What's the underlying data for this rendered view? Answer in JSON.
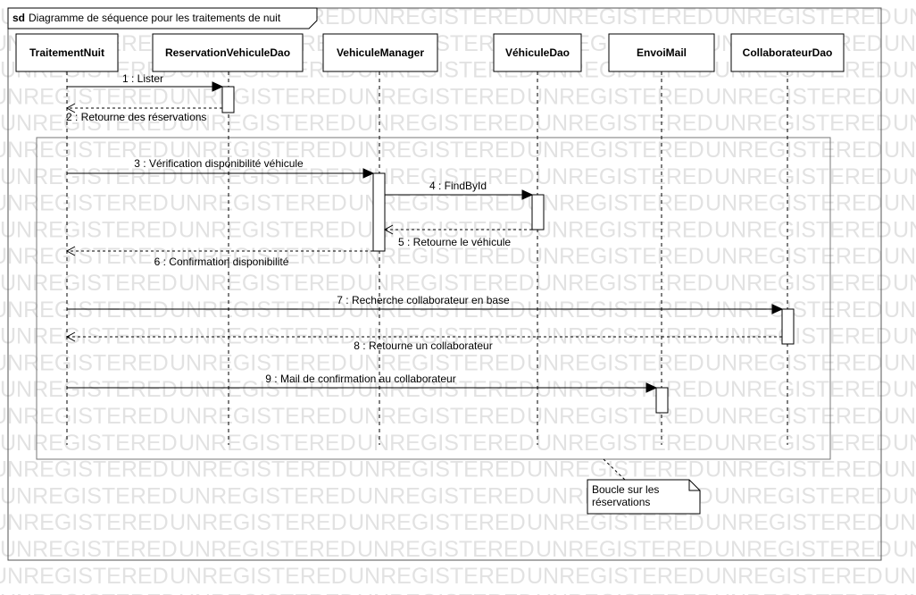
{
  "frame": {
    "keyword": "sd",
    "title": "Diagramme de séquence pour les traitements de nuit"
  },
  "watermark": "UNREGISTERED",
  "lifelines": [
    {
      "id": "traitement",
      "name": "TraitementNuit"
    },
    {
      "id": "resa",
      "name": "ReservationVehiculeDao"
    },
    {
      "id": "manager",
      "name": "VehiculeManager"
    },
    {
      "id": "vdao",
      "name": "VéhiculeDao"
    },
    {
      "id": "mail",
      "name": "EnvoiMail"
    },
    {
      "id": "collab",
      "name": "CollaborateurDao"
    }
  ],
  "messages": [
    {
      "label": "1 : Lister",
      "from": "traitement",
      "to": "resa",
      "kind": "sync"
    },
    {
      "label": "2 : Retourne des réservations",
      "from": "resa",
      "to": "traitement",
      "kind": "return"
    },
    {
      "label": "3 : Vérification disponibilité véhicule",
      "from": "traitement",
      "to": "manager",
      "kind": "sync"
    },
    {
      "label": "4 : FindById",
      "from": "manager",
      "to": "vdao",
      "kind": "sync"
    },
    {
      "label": "5 : Retourne le véhicule",
      "from": "vdao",
      "to": "manager",
      "kind": "return"
    },
    {
      "label": "6 : Confirmation disponibilité",
      "from": "manager",
      "to": "traitement",
      "kind": "return"
    },
    {
      "label": "7 : Recherche collaborateur en base",
      "from": "traitement",
      "to": "collab",
      "kind": "sync"
    },
    {
      "label": "8 : Retourne un collaborateur",
      "from": "collab",
      "to": "traitement",
      "kind": "return"
    },
    {
      "label": "9 : Mail de confirmation au collaborateur",
      "from": "traitement",
      "to": "mail",
      "kind": "sync"
    }
  ],
  "note": {
    "lines": [
      "Boucle sur les",
      "réservations"
    ]
  }
}
